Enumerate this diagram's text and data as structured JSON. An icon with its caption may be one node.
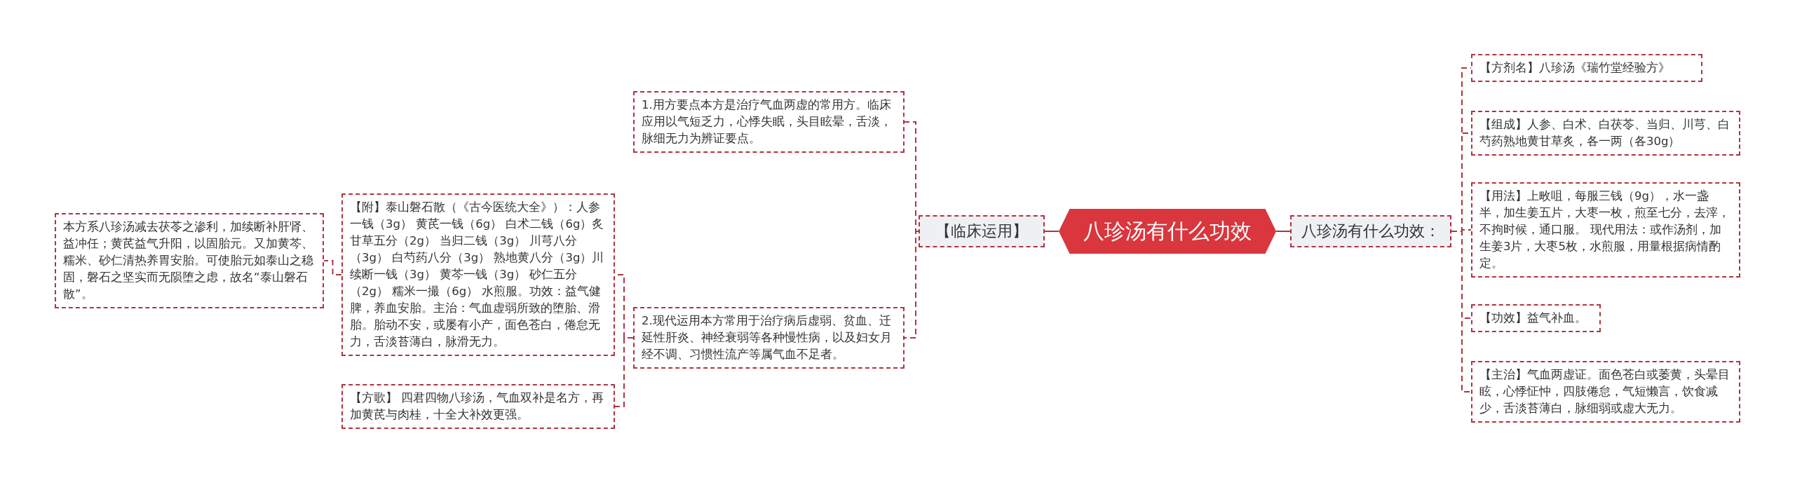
{
  "diagram": {
    "nodes": [
      {
        "text": [
          "八珍汤有什么功效"
        ]
      },
      {
        "text": [
          "【临床运用】"
        ]
      },
      {
        "text": [
          "八珍汤有什么功效："
        ]
      },
      {
        "text": [
          "1.用方要点本方是治疗气血两虚的常用方。临床应用以气短乏力，心悸失眠，头目眩晕，舌淡，脉细无力为辨证要点。"
        ]
      },
      {
        "text": [
          "2.现代运用本方常用于治疗病后虚弱、贫血、迁延性肝炎、神经衰弱等各种慢性病，以及妇女月经不调、习惯性流产等属气血不足者。"
        ]
      },
      {
        "text": [
          "【附】泰山磐石散（《古今医统大全》）：人参一钱（3g） 黄芪一钱（6g） 白术二钱（6g）炙甘草五分（2g） 当归二钱（3g） 川芎八分（3g） 白芍药八分（3g） 熟地黄八分（3g）川续断一钱（3g） 黄芩一钱（3g） 砂仁五分（2g） 糯米一撮（6g） 水煎服。功效：益气健脾，养血安胎。主治：气血虚弱所致的堕胎、滑胎。胎动不安，或屡有小产，面色苍白，倦怠无力，舌淡苔薄白，脉滑无力。"
        ]
      },
      {
        "text": [
          "【方歌】 四君四物八珍汤，气血双补是名方，再加黄芪与肉桂，十全大补效更强。"
        ]
      },
      {
        "text": [
          "本方系八珍汤减去茯苓之渗利，加续断补肝肾、益冲任；黄芪益气升阳，以固胎元。又加黄芩、糯米、砂仁清热养胃安胎。可使胎元如泰山之稳固，磐石之坚实而无陨堕之虑，故名“泰山磐石散”。"
        ]
      },
      {
        "text": [
          "【方剂名】八珍汤《瑞竹堂经验方》"
        ]
      },
      {
        "text": [
          "【组成】人参、白术、白茯苓、当归、川芎、白芍药熟地黄甘草炙，各一两（各30g）"
        ]
      },
      {
        "text": [
          "【用法】上畋咀，每服三钱（9g），水一盏半，加生姜五片，大枣一枚，煎至七分，去滓，不拘时候，通口服。 现代用法：或作汤剂，加生姜3片，大枣5枚，水煎服，用量根据病情酌定。"
        ]
      },
      {
        "text": [
          "【功效】益气补血。"
        ]
      },
      {
        "text": [
          "【主治】气血两虚证。面色苍白或萎黄，头晕目眩，心悸怔忡，四肢倦怠，气短懒言，饮食减少，舌淡苔薄白，脉细弱或虚大无力。"
        ]
      }
    ],
    "edges": [
      {
        "from": 0,
        "to": 1,
        "arrow": "none"
      },
      {
        "from": 0,
        "to": 2,
        "arrow": "none"
      },
      {
        "from": 1,
        "to": 3,
        "arrow": "none",
        "style": "dashed"
      },
      {
        "from": 1,
        "to": 4,
        "arrow": "none",
        "style": "dashed"
      },
      {
        "from": 4,
        "to": 5,
        "arrow": "none",
        "style": "dashed"
      },
      {
        "from": 4,
        "to": 6,
        "arrow": "none",
        "style": "dashed"
      },
      {
        "from": 5,
        "to": 7,
        "arrow": "none",
        "style": "dashed"
      },
      {
        "from": 2,
        "to": 8,
        "arrow": "none",
        "style": "dashed"
      },
      {
        "from": 2,
        "to": 9,
        "arrow": "none",
        "style": "dashed"
      },
      {
        "from": 2,
        "to": 10,
        "arrow": "none",
        "style": "dashed"
      },
      {
        "from": 2,
        "to": 11,
        "arrow": "none",
        "style": "dashed"
      },
      {
        "from": 2,
        "to": 12,
        "arrow": "none",
        "style": "dashed"
      }
    ]
  }
}
